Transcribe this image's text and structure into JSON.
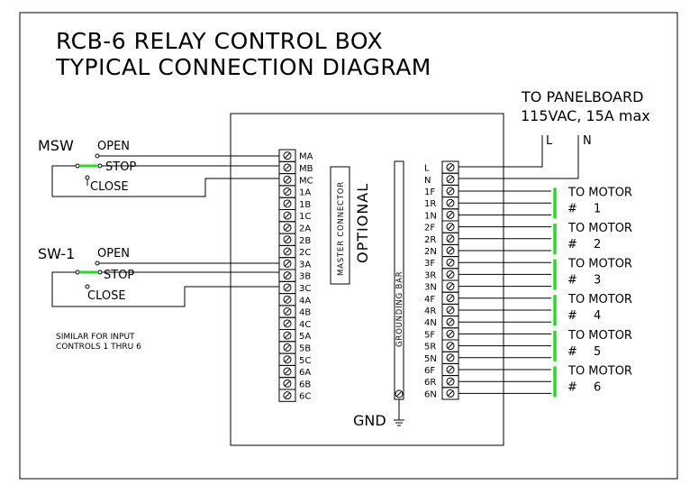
{
  "title": {
    "line1": "RCB-6 RELAY CONTROL BOX",
    "line2": "TYPICAL CONNECTION DIAGRAM"
  },
  "panelboard": {
    "line1": "TO PANELBOARD",
    "line2": "115VAC, 15A max",
    "l_label": "L",
    "n_label": "N"
  },
  "msw": {
    "name": "MSW",
    "open": "OPEN",
    "stop": "STOP",
    "close": "CLOSE"
  },
  "sw1": {
    "name": "SW-1",
    "open": "OPEN",
    "stop": "STOP",
    "close": "CLOSE"
  },
  "note": {
    "line1": "SIMILAR FOR INPUT",
    "line2": "CONTROLS 1 THRU 6"
  },
  "left_terminals": [
    "MA",
    "MB",
    "MC",
    "1A",
    "1B",
    "1C",
    "2A",
    "2B",
    "2C",
    "3A",
    "3B",
    "3C",
    "4A",
    "4B",
    "4C",
    "5A",
    "5B",
    "5C",
    "6A",
    "6B",
    "6C"
  ],
  "right_terminals": [
    "L",
    "N",
    "1F",
    "1R",
    "1N",
    "2F",
    "2R",
    "2N",
    "3F",
    "3R",
    "3N",
    "4F",
    "4R",
    "4N",
    "5F",
    "5R",
    "5N",
    "6F",
    "6R",
    "6N"
  ],
  "master_connector": "MASTER CONNECTOR",
  "optional": "OPTIONAL",
  "grounding_bar": "GROUNDING BAR",
  "gnd": "GND",
  "motors": [
    {
      "line1": "TO MOTOR",
      "hash": "#",
      "num": "1"
    },
    {
      "line1": "TO MOTOR",
      "hash": "#",
      "num": "2"
    },
    {
      "line1": "TO MOTOR",
      "hash": "#",
      "num": "3"
    },
    {
      "line1": "TO MOTOR",
      "hash": "#",
      "num": "4"
    },
    {
      "line1": "TO MOTOR",
      "hash": "#",
      "num": "5"
    },
    {
      "line1": "TO MOTOR",
      "hash": "#",
      "num": "6"
    }
  ],
  "colors": {
    "line": "#000000",
    "accent": "#22dd22",
    "background": "#ffffff"
  }
}
